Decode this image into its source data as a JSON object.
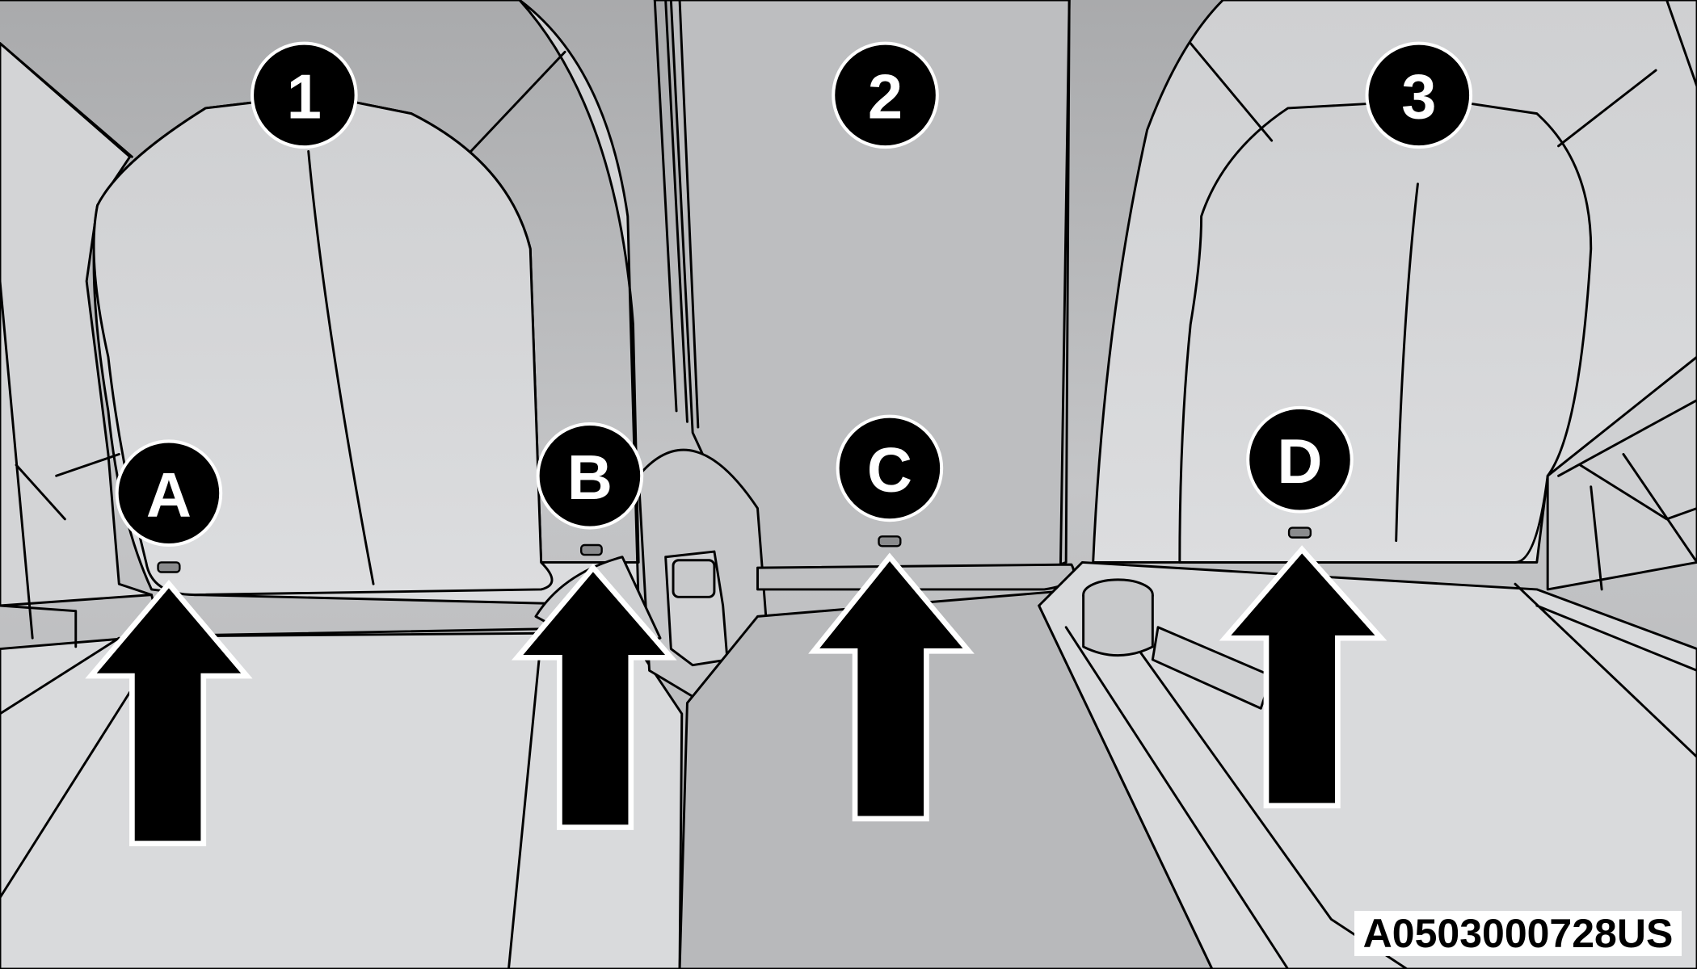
{
  "callouts": {
    "seat_positions": [
      "1",
      "2",
      "3"
    ],
    "anchors": [
      "A",
      "B",
      "C",
      "D"
    ]
  },
  "figure_code": "A0503000728US",
  "colors": {
    "background": "#c9cacc",
    "seat": "#d8d9db",
    "callout": "#000000"
  }
}
